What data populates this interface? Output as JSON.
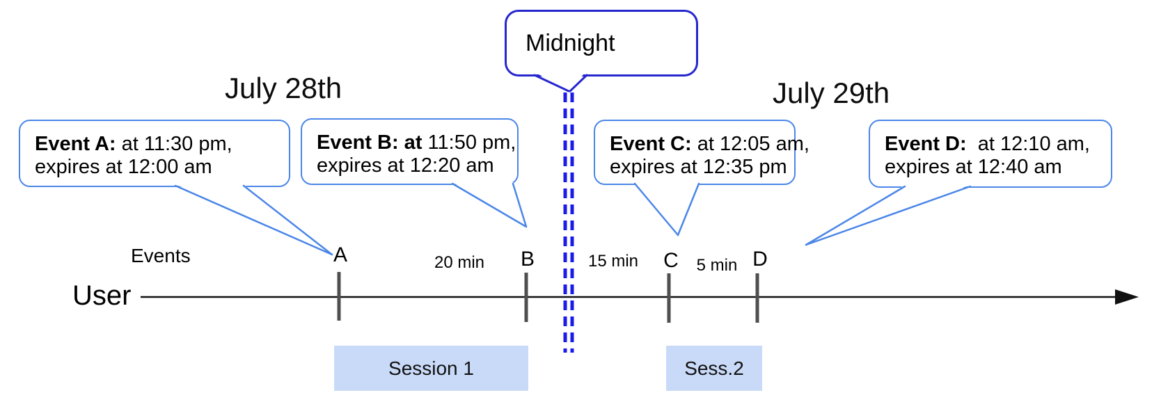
{
  "headings": {
    "left_date": "July 28th",
    "right_date": "July 29th"
  },
  "midnight_callout": {
    "label": "Midnight"
  },
  "event_callouts": [
    {
      "id": "A",
      "bold": "Event A:",
      "rest": " at 11:30 pm,",
      "line2": "expires at 12:00 am"
    },
    {
      "id": "B",
      "bold": "Event B: at",
      "rest": " 11:50 pm,",
      "line2": "expires at 12:20 am"
    },
    {
      "id": "C",
      "bold": "Event C:",
      "rest": " at 12:05 am,",
      "line2": "expires at 12:35 pm"
    },
    {
      "id": "D",
      "bold": "Event D:",
      "rest": "  at 12:10 am,",
      "line2": "expires at 12:40 am"
    }
  ],
  "timeline": {
    "axis_label": "User",
    "events_label": "Events",
    "ticks": [
      {
        "label": "A"
      },
      {
        "label": "B"
      },
      {
        "label": "C"
      },
      {
        "label": "D"
      }
    ],
    "intervals": [
      {
        "label": "20 min"
      },
      {
        "label": "15 min"
      },
      {
        "label": "5 min"
      }
    ]
  },
  "sessions": [
    {
      "label": "Session 1"
    },
    {
      "label": "Sess.2"
    }
  ],
  "colors": {
    "event_callout_border": "#4a86e8",
    "midnight_border": "#2626cf",
    "midnight_dashes": "#1b1be8",
    "session_fill": "#c9daf8",
    "tick_gray": "#4f4f4f",
    "axis_black": "#111111"
  }
}
